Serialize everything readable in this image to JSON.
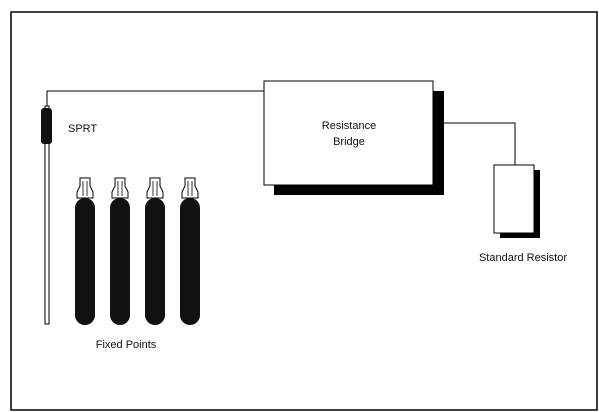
{
  "labels": {
    "sprt": "SPRT",
    "bridge_line1": "Resistance",
    "bridge_line2": "Bridge",
    "standard_resistor": "Standard Resistor",
    "fixed_points": "Fixed Points"
  },
  "colors": {
    "line": "#000000",
    "fill": "#ffffff",
    "shadow": "#000000",
    "cell": "#111111"
  }
}
